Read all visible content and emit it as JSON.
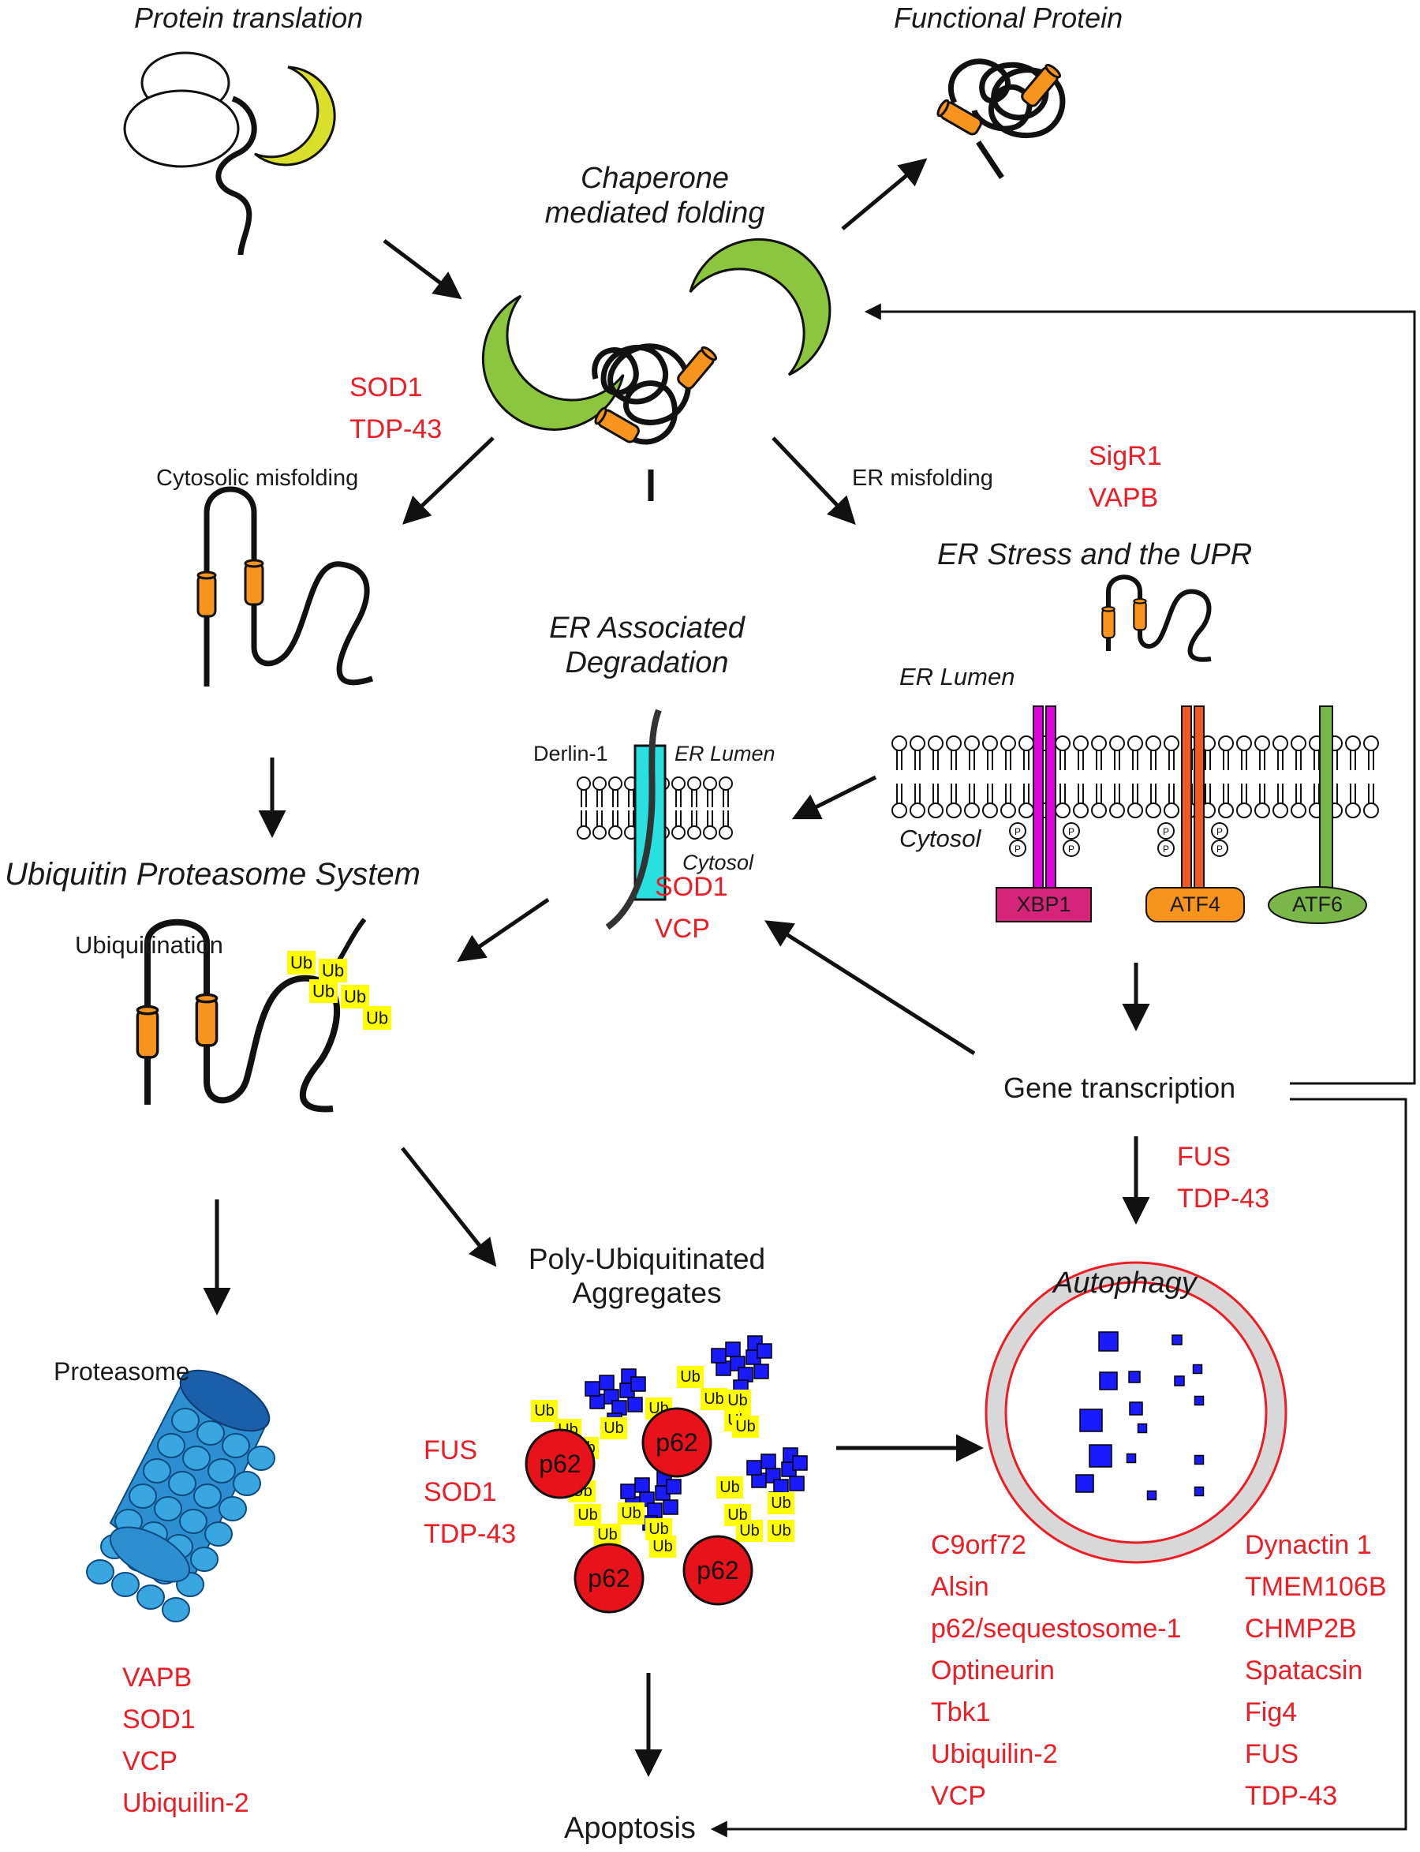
{
  "labels": {
    "protein_translation": "Protein translation",
    "functional_protein": "Functional Protein",
    "chaperone_line1": "Chaperone",
    "chaperone_line2": "mediated folding",
    "cytosolic_misfolding": "Cytosolic misfolding",
    "er_misfolding": "ER misfolding",
    "er_stress": "ER Stress and the UPR",
    "er_lumen_upr": "ER Lumen",
    "cytosol_upr": "Cytosol",
    "erad_line1": "ER Associated",
    "erad_line2": "Degradation",
    "derlin": "Derlin-1",
    "er_lumen_erad": "ER Lumen",
    "cytosol_erad": "Cytosol",
    "ups": "Ubiquitin Proteasome System",
    "ubiquitination": "Ubiquitination",
    "gene_transcription": "Gene transcription",
    "poly_ub_line1": "Poly-Ubiquitinated",
    "poly_ub_line2": "Aggregates",
    "autophagy": "Autophagy",
    "proteasome": "Proteasome",
    "apoptosis": "Apoptosis",
    "xbp1": "XBP1",
    "atf4": "ATF4",
    "atf6": "ATF6",
    "p62": "p62",
    "ub": "Ub",
    "phospho": "P"
  },
  "genes": {
    "chaperone": [
      "SOD1",
      "TDP-43"
    ],
    "er_misfolding": [
      "SigR1",
      "VAPB"
    ],
    "erad": [
      "SOD1",
      "VCP"
    ],
    "gene_transcription": [
      "FUS",
      "TDP-43"
    ],
    "aggregates": [
      "FUS",
      "SOD1",
      "TDP-43"
    ],
    "proteasome": [
      "VAPB",
      "SOD1",
      "VCP",
      "Ubiquilin-2"
    ],
    "autophagy_left": [
      "C9orf72",
      "Alsin",
      "p62/sequestosome-1",
      "Optineurin",
      "Tbk1",
      "Ubiquilin-2",
      "VCP"
    ],
    "autophagy_right": [
      "Dynactin 1",
      "TMEM106B",
      "CHMP2B",
      "Spatacsin",
      "Fig4",
      "FUS",
      "TDP-43"
    ]
  },
  "colors": {
    "gene_red": "#ee1c25",
    "chaperone_green": "#8cc63f",
    "ribosome_yellow": "#d9df2b",
    "helix_orange": "#f7941d",
    "derlin_cyan": "#29e0e0",
    "xbp1_magenta": "#ee1c8c",
    "atf4_orange": "#f7941d",
    "atf6_green": "#7ab648",
    "ub_yellow": "#ffff00",
    "aggregate_blue": "#1a1aff",
    "p62_red": "#e8121a",
    "proteasome_blue": "#3aa6e0"
  }
}
